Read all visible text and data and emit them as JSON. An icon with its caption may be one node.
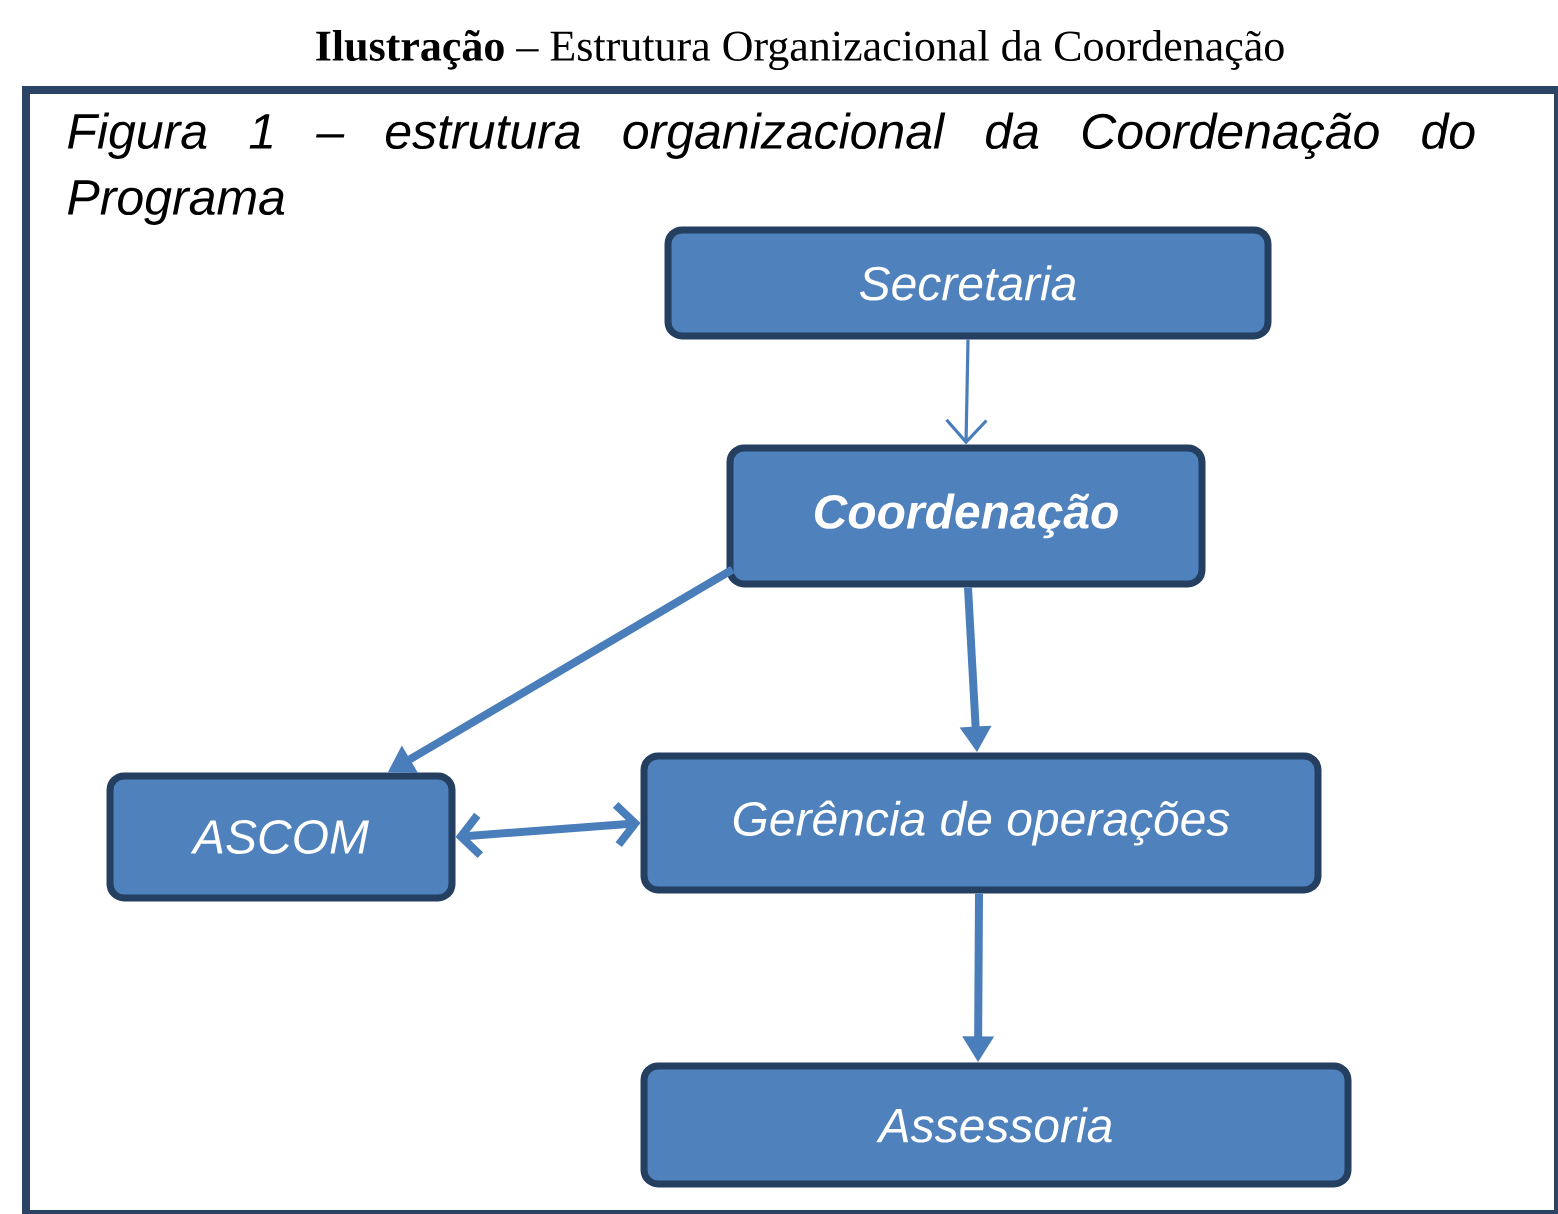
{
  "diagram": {
    "title": "**Ilustração** – Estrutura Organizacional da Coordenação",
    "nodes": [
      {
        "text": [
          "Figura 1 – estrutura organizacional da Coordenação do Programa"
        ]
      },
      {
        "text": [
          "Secretaria"
        ],
        "in": 0
      },
      {
        "text": [
          "Coordenação"
        ],
        "in": 0
      },
      {
        "text": [
          "ASCOM"
        ],
        "in": 0
      },
      {
        "text": [
          "Gerência de operações"
        ],
        "in": 0
      },
      {
        "text": [
          "Assessoria"
        ],
        "in": 0
      }
    ],
    "edges": [
      {
        "from": 1,
        "to": 2,
        "arrow": "to"
      },
      {
        "from": 2,
        "to": 3,
        "arrow": "to"
      },
      {
        "from": 2,
        "to": 4,
        "arrow": "to"
      },
      {
        "from": 3,
        "to": 4,
        "arrow": "both"
      },
      {
        "from": 4,
        "to": 5,
        "arrow": "to"
      }
    ]
  }
}
